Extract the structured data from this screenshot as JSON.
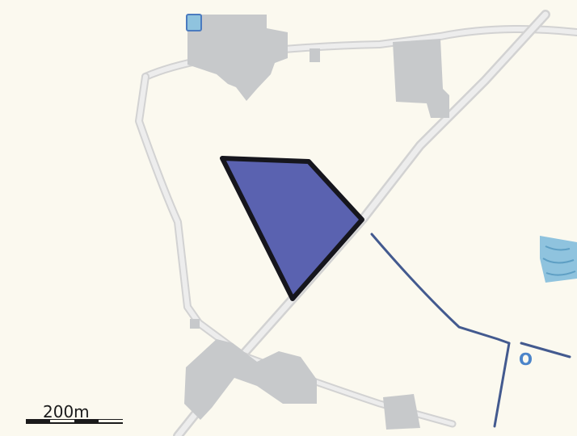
{
  "map": {
    "colors": {
      "background": "#fbf9ef",
      "building": "#c7c9cb",
      "road": "#e3e3e3",
      "road_edge": "#cfcfcf",
      "parcel_fill": "#5a62b0",
      "parcel_stroke": "#16161d",
      "waterway": "#435a8f",
      "water_area": "#8fc3de",
      "water_label": "#4b84c9",
      "scale_text": "#1a1a1a"
    },
    "highlighted_parcel": {
      "label": "",
      "icon": "selected-parcel-polygon"
    },
    "water_label": "O",
    "scale_bar": {
      "label": "200m"
    }
  }
}
